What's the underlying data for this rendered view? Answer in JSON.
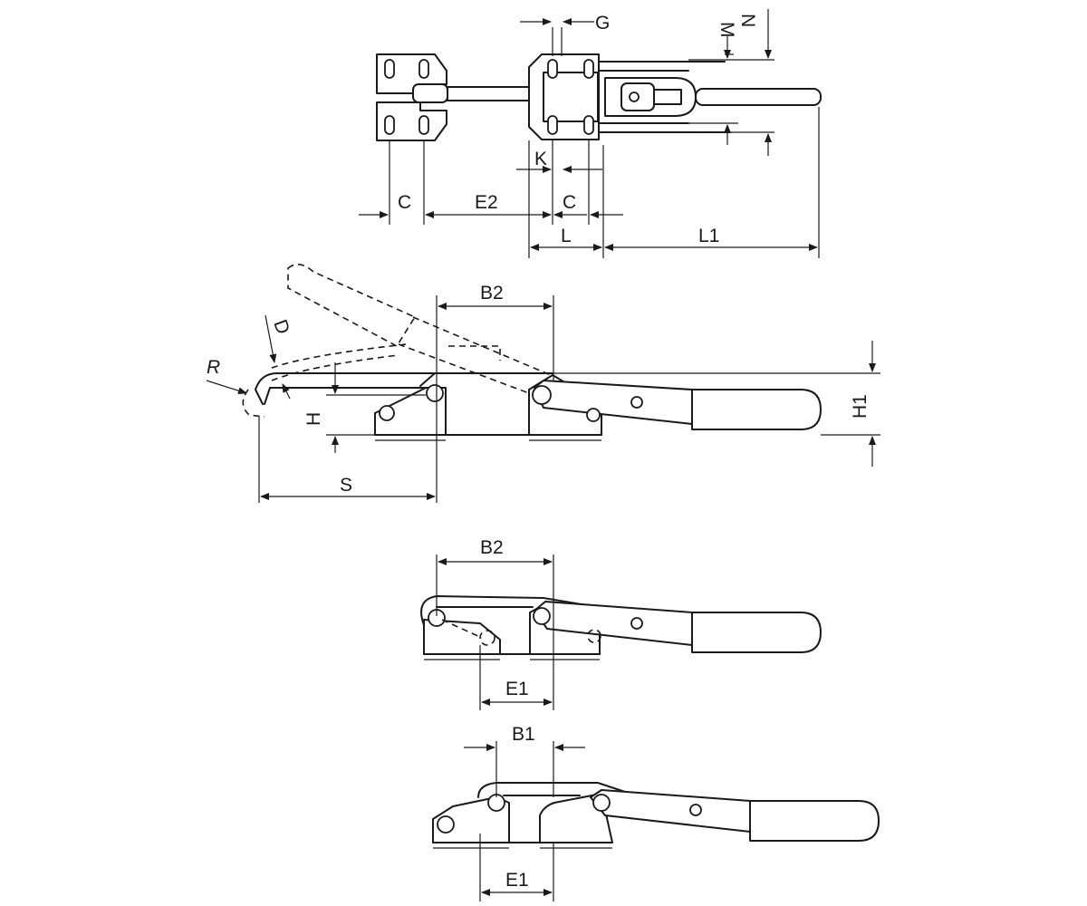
{
  "labels": {
    "G": "G",
    "M": "M",
    "N": "N",
    "K": "K",
    "C_left": "C",
    "E2": "E2",
    "C_right": "C",
    "L": "L",
    "L1": "L1",
    "B2_side": "B2",
    "D": "D",
    "R": "R",
    "H": "H",
    "H1": "H1",
    "S": "S",
    "B2_mid": "B2",
    "E1_mid": "E1",
    "B1": "B1",
    "E1_bot": "E1"
  }
}
